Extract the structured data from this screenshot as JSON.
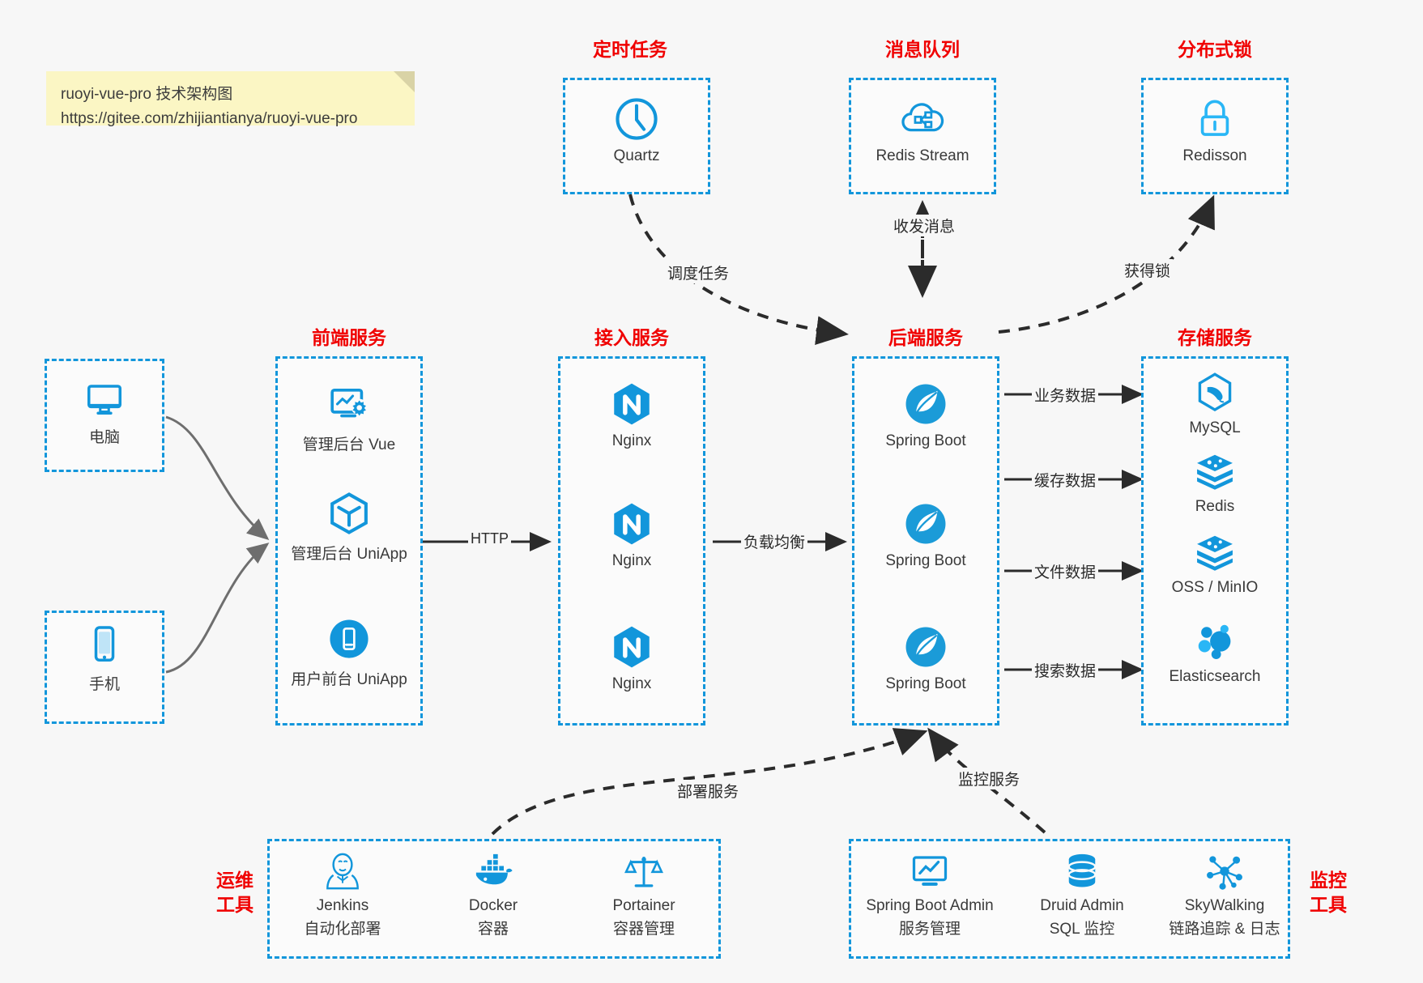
{
  "note": {
    "line1": "ruoyi-vue-pro 技术架构图",
    "line2": "https://gitee.com/zhijiantianya/ruoyi-vue-pro"
  },
  "colors": {
    "accent": "#1296db",
    "title": "#f00000",
    "text": "#3a3a3a",
    "background": "#f7f7f7",
    "note_bg": "#fbf6c4",
    "arrow": "#2b2b2b",
    "solid_arrow": "#6e6e6e"
  },
  "groups": {
    "scheduler": {
      "title": "定时任务",
      "nodes": [
        {
          "label": "Quartz",
          "icon": "clock-icon"
        }
      ]
    },
    "mq": {
      "title": "消息队列",
      "nodes": [
        {
          "label": "Redis Stream",
          "icon": "cloud-network-icon"
        }
      ]
    },
    "lock": {
      "title": "分布式锁",
      "nodes": [
        {
          "label": "Redisson",
          "icon": "padlock-icon"
        }
      ]
    },
    "clients": {
      "nodes": [
        {
          "label": "电脑",
          "icon": "desktop-icon"
        },
        {
          "label": "手机",
          "icon": "mobile-icon"
        }
      ]
    },
    "frontend": {
      "title": "前端服务",
      "nodes": [
        {
          "label": "管理后台 Vue",
          "icon": "monitor-gear-icon"
        },
        {
          "label": "管理后台 UniApp",
          "icon": "hexagon-cube-icon"
        },
        {
          "label": "用户前台 UniApp",
          "icon": "phone-round-icon"
        }
      ]
    },
    "gateway": {
      "title": "接入服务",
      "nodes": [
        {
          "label": "Nginx",
          "icon": "nginx-icon"
        },
        {
          "label": "Nginx",
          "icon": "nginx-icon"
        },
        {
          "label": "Nginx",
          "icon": "nginx-icon"
        }
      ]
    },
    "backend": {
      "title": "后端服务",
      "nodes": [
        {
          "label": "Spring Boot",
          "icon": "spring-leaf-icon"
        },
        {
          "label": "Spring Boot",
          "icon": "spring-leaf-icon"
        },
        {
          "label": "Spring Boot",
          "icon": "spring-leaf-icon"
        }
      ]
    },
    "storage": {
      "title": "存储服务",
      "nodes": [
        {
          "label": "MySQL",
          "icon": "mysql-dolphin-icon"
        },
        {
          "label": "Redis",
          "icon": "redis-stack-icon"
        },
        {
          "label": "OSS / MinIO",
          "icon": "redis-stack-icon"
        },
        {
          "label": "Elasticsearch",
          "icon": "elasticsearch-icon"
        }
      ]
    },
    "devops": {
      "title_line1": "运维",
      "title_line2": "工具",
      "nodes": [
        {
          "label": "Jenkins",
          "sublabel": "自动化部署",
          "icon": "jenkins-butler-icon"
        },
        {
          "label": "Docker",
          "sublabel": "容器",
          "icon": "docker-whale-icon"
        },
        {
          "label": "Portainer",
          "sublabel": "容器管理",
          "icon": "scales-icon"
        }
      ]
    },
    "monitoring": {
      "title_line1": "监控",
      "title_line2": "工具",
      "nodes": [
        {
          "label": "Spring Boot Admin",
          "sublabel": "服务管理",
          "icon": "monitor-chart-icon"
        },
        {
          "label": "Druid Admin",
          "sublabel": "SQL 监控",
          "icon": "database-icon"
        },
        {
          "label": "SkyWalking",
          "sublabel": "链路追踪 & 日志",
          "icon": "skywalking-nodes-icon"
        }
      ]
    }
  },
  "edges": [
    {
      "id": "schedule",
      "label": "调度任务",
      "style": "dashed"
    },
    {
      "id": "mq",
      "label": "收发消息",
      "style": "dashed-bidirectional"
    },
    {
      "id": "lock",
      "label": "获得锁",
      "style": "dashed"
    },
    {
      "id": "http",
      "label": "HTTP",
      "style": "solid"
    },
    {
      "id": "lb",
      "label": "负载均衡",
      "style": "solid"
    },
    {
      "id": "biz",
      "label": "业务数据",
      "style": "solid"
    },
    {
      "id": "cache",
      "label": "缓存数据",
      "style": "solid"
    },
    {
      "id": "file",
      "label": "文件数据",
      "style": "solid"
    },
    {
      "id": "search",
      "label": "搜索数据",
      "style": "solid"
    },
    {
      "id": "deploy",
      "label": "部署服务",
      "style": "dashed"
    },
    {
      "id": "monitor",
      "label": "监控服务",
      "style": "dashed"
    }
  ]
}
